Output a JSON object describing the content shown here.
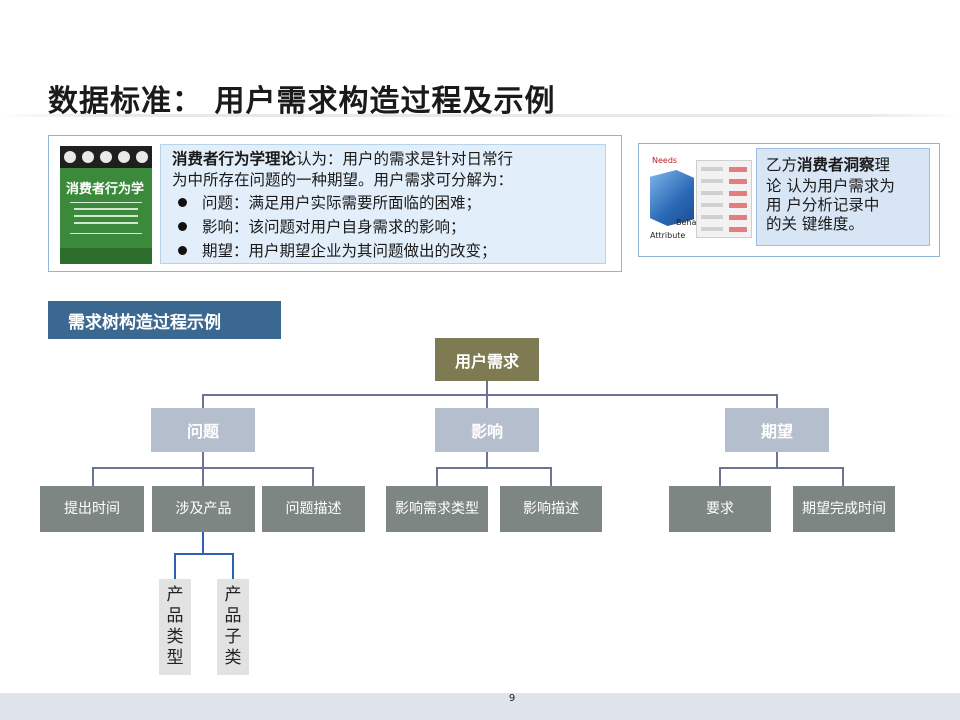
{
  "title": "数据标准：  用户需求构造过程及示例",
  "left_box": {
    "book_title": "消费者行为学",
    "line1_bold": "消费者行为学理论",
    "line1_rest": "认为：用户的需求是针对日常行",
    "line2": "为中所存在问题的一种期望。用户需求可分解为：",
    "bullets": [
      "问题：满足用户实际需要所面临的困难；",
      "影响：该问题对用户自身需求的影响；",
      "期望：用户期望企业为其问题做出的改变；"
    ]
  },
  "right_box": {
    "label_needs": "Needs",
    "label_behavior": "Behavior",
    "label_attribute": "Attribute",
    "line1_pre": "乙方",
    "line1_bold": "消费者洞察",
    "line1_post": "理",
    "line2": "论  认为用户需求为",
    "line3": "用  户分析记录中",
    "line4": "的关  键维度。"
  },
  "section_label": "需求树构造过程示例",
  "tree": {
    "root": "用户需求",
    "level1": [
      "问题",
      "影响",
      "期望"
    ],
    "problem_children": [
      "提出时间",
      "涉及产品",
      "问题描述"
    ],
    "impact_children": [
      "影响需求类型",
      "影响描述"
    ],
    "expect_children": [
      "要求",
      "期望完成时间"
    ],
    "product_children": [
      "产品类型",
      "产品子类"
    ]
  },
  "page_number": "9"
}
